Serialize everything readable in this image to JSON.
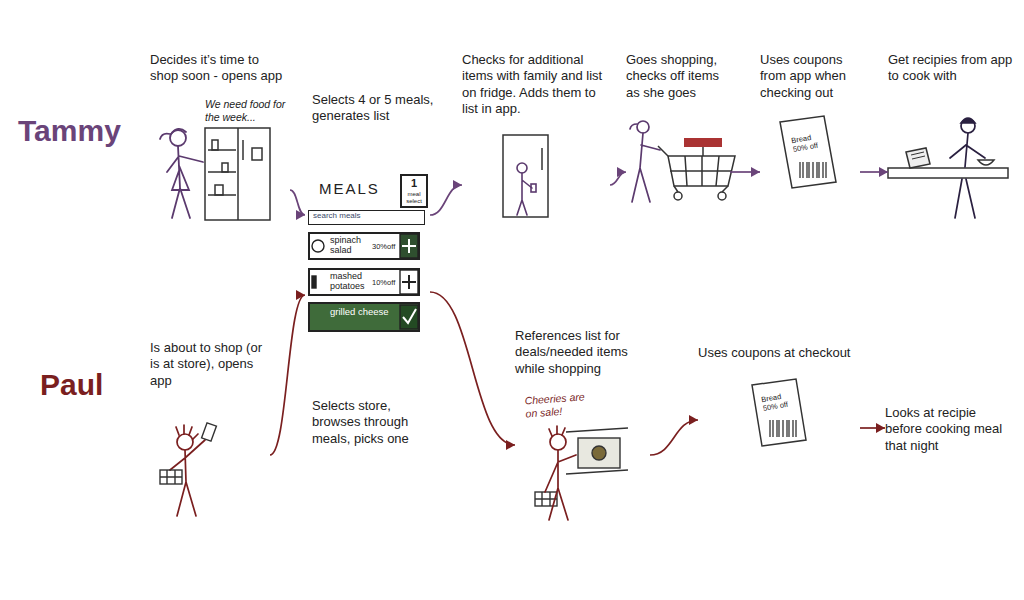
{
  "diagram": {
    "nodes": [
      {
        "text": [
          "Decides it’s time to shop soon - opens app",
          "We need food for the week..."
        ]
      },
      {
        "text": [
          "MEALS"
        ]
      },
      {
        "text": [
          "1",
          "meal select"
        ],
        "in": 1
      },
      {
        "text": [
          "search meals"
        ],
        "in": 1
      },
      {
        "text": [
          "spinach salad",
          "30%off"
        ],
        "in": 1
      },
      {
        "text": [
          "mashed potatoes",
          "10%off"
        ],
        "in": 1
      },
      {
        "text": [
          "grilled cheese"
        ],
        "in": 1
      },
      {
        "text": [
          "Checks for additional items with family and list on fridge. Adds them to list in app."
        ]
      },
      {
        "text": [
          "Goes shopping, checks off items as she goes"
        ]
      },
      {
        "text": [
          "Uses coupons from app when checking out",
          "Bread 50% off"
        ]
      },
      {
        "text": [
          "Get recipies from app to cook with"
        ]
      },
      {
        "text": [
          "Is about to shop (or is at store), opens app"
        ]
      },
      {
        "text": [
          "References list for deals/needed items while shopping",
          "Cheeries are on sale!"
        ]
      },
      {
        "text": [
          "Uses coupons at checkout",
          "Bread 50% off"
        ]
      },
      {
        "text": [
          "Looks at recipie before cooking meal that night"
        ]
      }
    ],
    "edges": [
      {
        "from": 0,
        "to": 1,
        "arrow": "to"
      },
      {
        "from": 1,
        "to": 7,
        "arrow": "to"
      },
      {
        "from": 7,
        "to": 8,
        "arrow": "to"
      },
      {
        "from": 8,
        "to": 9,
        "arrow": "to"
      },
      {
        "from": 9,
        "to": 10,
        "arrow": "to"
      },
      {
        "from": 11,
        "to": 1,
        "arrow": "to"
      },
      {
        "from": 1,
        "to": 12,
        "arrow": "to"
      },
      {
        "from": 12,
        "to": 13,
        "arrow": "to"
      },
      {
        "from": 13,
        "to": 14,
        "arrow": "to"
      }
    ],
    "labels": [
      "Tammy",
      "Selects 4 or 5 meals, generates list",
      "Paul",
      "Selects store, browses through meals, picks one"
    ]
  }
}
